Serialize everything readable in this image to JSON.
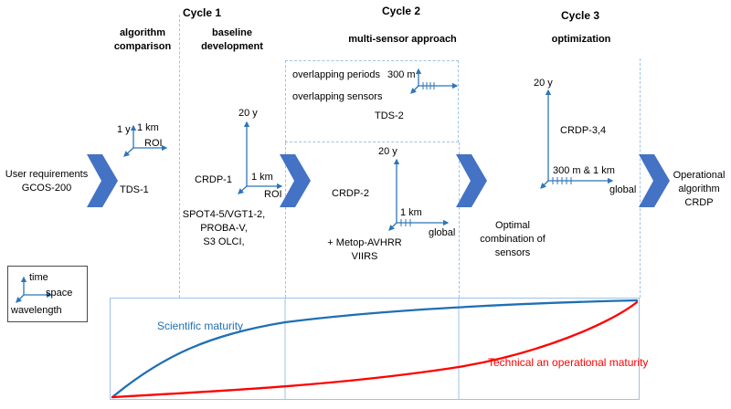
{
  "colors": {
    "accent": "#4472C4",
    "axis": "#2E75B6",
    "dash": "#9DC3E6",
    "curveBlue": "#1F6FB4",
    "curveRed": "#FF0000"
  },
  "diagram": {
    "cycles": [
      {
        "label": "Cycle 1"
      },
      {
        "label": "Cycle 2"
      },
      {
        "label": "Cycle 3"
      }
    ],
    "phases": [
      {
        "label": "algorithm comparison"
      },
      {
        "label": "baseline development"
      },
      {
        "label": "multi-sensor approach"
      },
      {
        "label": "optimization"
      }
    ],
    "input": {
      "lines": [
        "User requirements",
        "GCOS-200"
      ]
    },
    "tds1": {
      "label": "TDS-1",
      "time": "1 y",
      "resolution": "1 km",
      "coverage": "ROI"
    },
    "crdp1": {
      "label": "CRDP-1",
      "time": "20 y",
      "resolution": "1 km",
      "coverage": "ROI",
      "sensors": [
        "SPOT4-5/VGT1-2,",
        "PROBA-V,",
        "S3 OLCI,"
      ]
    },
    "tds2": {
      "label": "TDS-2",
      "periods": "overlapping periods",
      "sensors": "overlapping sensors",
      "resolution": "300 m"
    },
    "crdp2": {
      "label": "CRDP-2",
      "time": "20 y",
      "resolution": "1 km",
      "coverage": "global",
      "sensors": [
        "+ Metop-AVHRR",
        "VIIRS"
      ]
    },
    "crdp34": {
      "label": "CRDP-3,4",
      "time": "20 y",
      "resolution": "300 m & 1 km",
      "coverage": "global",
      "note": [
        "Optimal",
        "combination of",
        "sensors"
      ]
    },
    "output": {
      "lines": [
        "Operational",
        "algorithm",
        "CRDP"
      ]
    },
    "legend": {
      "time": "time",
      "space": "space",
      "wavelength": "wavelength"
    }
  },
  "chart_data": {
    "type": "line",
    "title": "",
    "x_normalized": [
      0,
      0.17,
      0.33,
      0.5,
      0.66,
      0.83,
      1
    ],
    "series": [
      {
        "name": "Scientific maturity",
        "color": "#1F6FB4",
        "values": [
          0,
          0.45,
          0.67,
          0.78,
          0.86,
          0.93,
          0.98
        ]
      },
      {
        "name": "Technical an operational maturity",
        "color": "#FF0000",
        "values": [
          0,
          0.05,
          0.12,
          0.2,
          0.33,
          0.6,
          0.97
        ]
      }
    ],
    "grid": "vertical lines at cycle boundaries",
    "legend_position": "labels on curves"
  }
}
